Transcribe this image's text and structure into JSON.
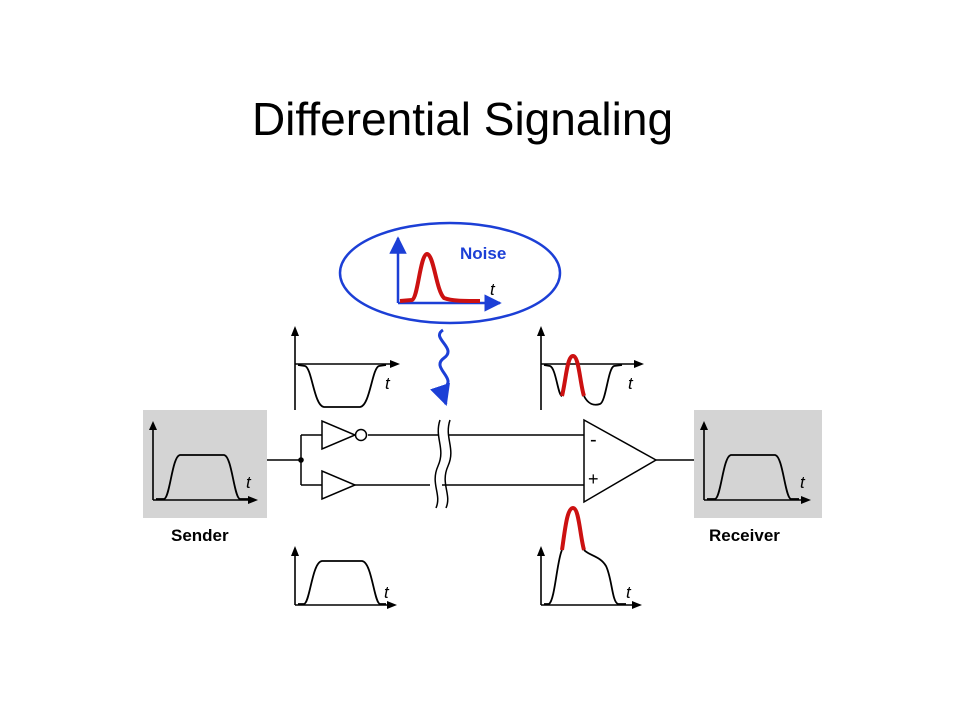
{
  "slide": {
    "title": "Differential Signaling"
  },
  "diagram": {
    "sender_label": "Sender",
    "receiver_label": "Receiver",
    "noise_label": "Noise",
    "time_axis_label": "t",
    "opamp_minus": "-",
    "opamp_plus": "+"
  },
  "colors": {
    "signal": "#000000",
    "noise": "#cc1111",
    "axis_blue": "#1c3fd6",
    "box_gray": "#d4d4d4"
  }
}
